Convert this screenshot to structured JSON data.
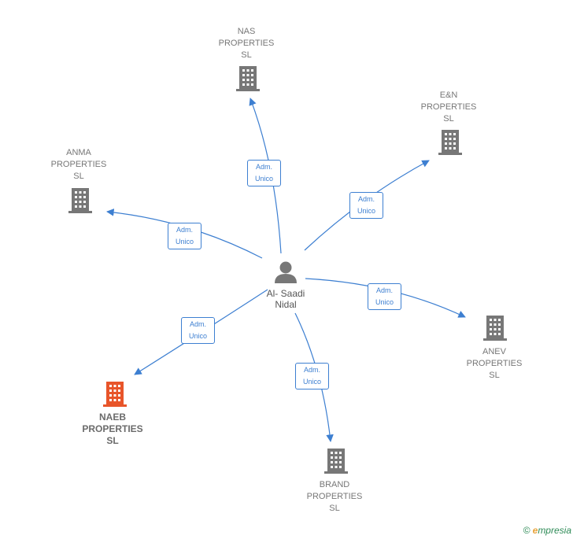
{
  "center": {
    "lines": [
      "Al- Saadi",
      "Nidal"
    ],
    "icon": "person-icon"
  },
  "nodes": [
    {
      "id": "nas",
      "lines": [
        "NAS",
        "PROPERTIES",
        "SL"
      ],
      "icon": "building-icon",
      "color": "#777777"
    },
    {
      "id": "en",
      "lines": [
        "E&N",
        "PROPERTIES",
        "SL"
      ],
      "icon": "building-icon",
      "color": "#777777"
    },
    {
      "id": "anma",
      "lines": [
        "ANMA",
        "PROPERTIES",
        "SL"
      ],
      "icon": "building-icon",
      "color": "#777777"
    },
    {
      "id": "anev",
      "lines": [
        "ANEV",
        "PROPERTIES",
        "SL"
      ],
      "icon": "building-icon",
      "color": "#777777"
    },
    {
      "id": "naeb",
      "lines": [
        "NAEB",
        "PROPERTIES",
        "SL"
      ],
      "icon": "building-icon",
      "color": "#e8552a",
      "highlight": true
    },
    {
      "id": "brand",
      "lines": [
        "BRAND",
        "PROPERTIES",
        "SL"
      ],
      "icon": "building-icon",
      "color": "#777777"
    }
  ],
  "edges": [
    {
      "to": "nas",
      "lines": [
        "Adm.",
        "Unico"
      ]
    },
    {
      "to": "en",
      "lines": [
        "Adm.",
        "Unico"
      ]
    },
    {
      "to": "anma",
      "lines": [
        "Adm.",
        "Unico"
      ]
    },
    {
      "to": "anev",
      "lines": [
        "Adm.",
        "Unico"
      ]
    },
    {
      "to": "naeb",
      "lines": [
        "Adm.",
        "Unico"
      ]
    },
    {
      "to": "brand",
      "lines": [
        "Adm.",
        "Unico"
      ]
    }
  ],
  "colors": {
    "edge": "#3d7fd1",
    "building": "#777777",
    "highlight": "#e8552a"
  },
  "footer": {
    "copyright": "©",
    "brand_initial": "e",
    "brand_rest": "mpresia"
  }
}
